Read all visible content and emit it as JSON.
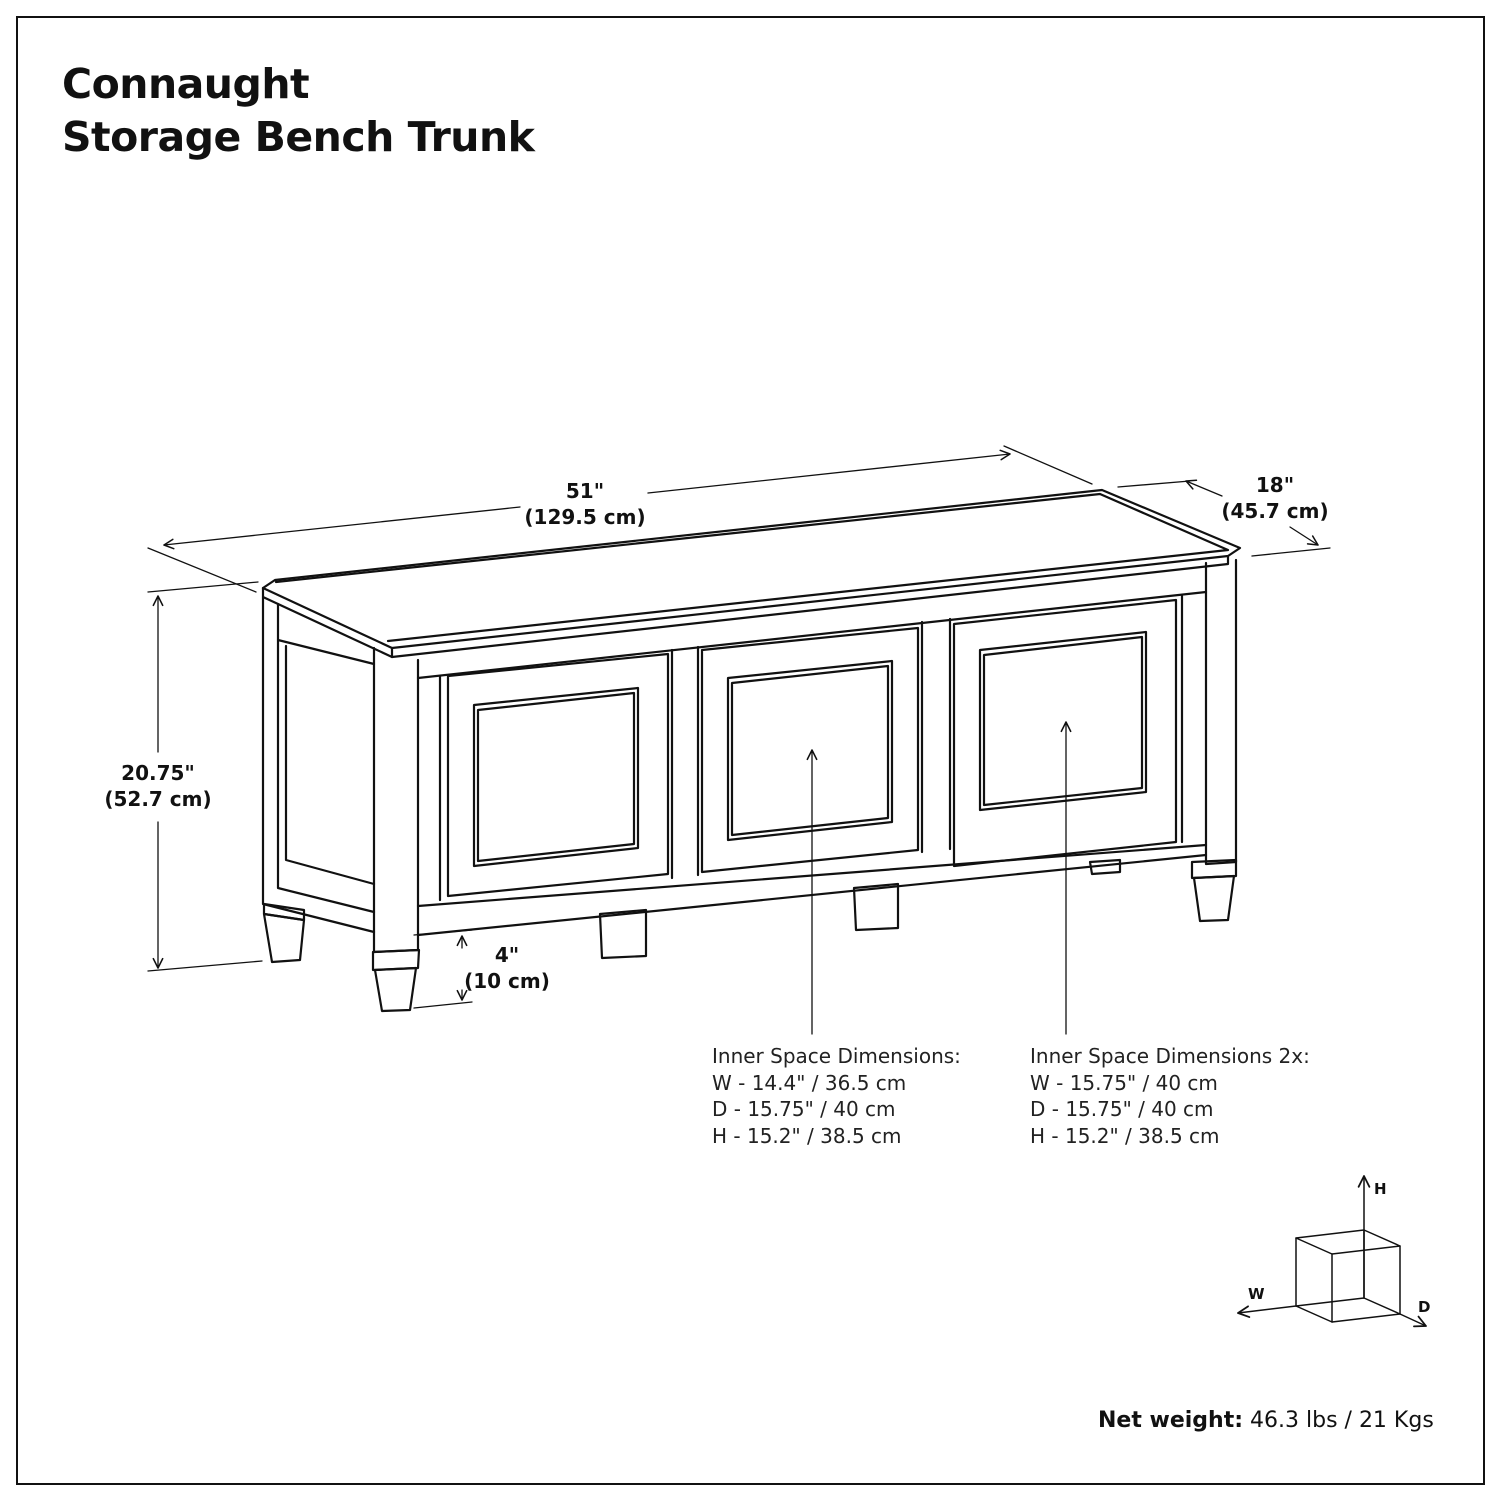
{
  "title": {
    "line1": "Connaught",
    "line2": "Storage Bench Trunk"
  },
  "dimensions": {
    "width": {
      "imperial": "51\"",
      "metric": "(129.5 cm)"
    },
    "depth": {
      "imperial": "18\"",
      "metric": "(45.7 cm)"
    },
    "height": {
      "imperial": "20.75\"",
      "metric": "(52.7 cm)"
    },
    "leg_height": {
      "imperial": "4\"",
      "metric": "(10 cm)"
    }
  },
  "inner_space": [
    {
      "heading": "Inner Space Dimensions:",
      "w": "W - 14.4\" / 36.5 cm",
      "d": "D - 15.75\" / 40 cm",
      "h": "H - 15.2\" / 38.5 cm"
    },
    {
      "heading": "Inner Space Dimensions 2x:",
      "w": "W - 15.75\" / 40 cm",
      "d": "D - 15.75\" / 40 cm",
      "h": "H - 15.2\" / 38.5 cm"
    }
  ],
  "axis_legend": {
    "h": "H",
    "w": "W",
    "d": "D"
  },
  "net_weight": {
    "label": "Net weight:",
    "value": " 46.3 lbs / 21 Kgs"
  },
  "colors": {
    "line": "#111111",
    "text": "#111111",
    "background": "#ffffff"
  }
}
